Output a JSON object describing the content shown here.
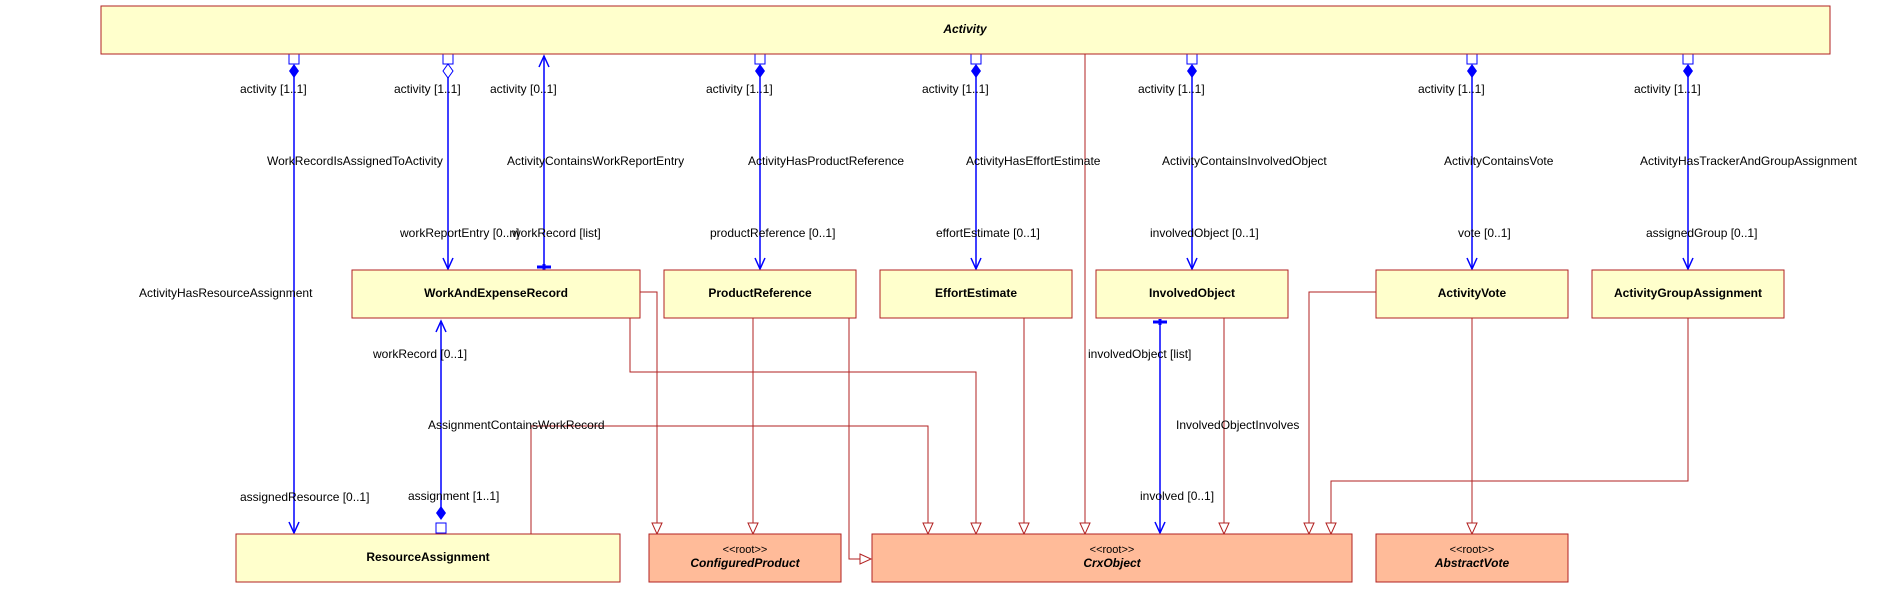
{
  "classes": {
    "activity": "Activity",
    "work_and_expense_record": "WorkAndExpenseRecord",
    "product_reference": "ProductReference",
    "effort_estimate": "EffortEstimate",
    "involved_object": "InvolvedObject",
    "activity_vote": "ActivityVote",
    "activity_group_assignment": "ActivityGroupAssignment",
    "resource_assignment": "ResourceAssignment",
    "configured_product": "ConfiguredProduct",
    "crx_object": "CrxObject",
    "abstract_vote": "AbstractVote"
  },
  "stereotypes": {
    "root": "<<root>>"
  },
  "associations": {
    "resource": {
      "end_top": "activity [1..1]",
      "name": "ActivityHasResourceAssignment",
      "end_bottom": "assignedResource [0..1]"
    },
    "work_record": {
      "end_top": "activity [1..1]",
      "name": "WorkRecordIsAssignedToActivity",
      "end_bottom": "workReportEntry [0..n]"
    },
    "work_report": {
      "end_top": "activity [0..1]",
      "name": "ActivityContainsWorkReportEntry",
      "end_bottom": "workRecord [list]"
    },
    "product": {
      "end_top": "activity [1..1]",
      "name": "ActivityHasProductReference",
      "end_bottom": "productReference [0..1]"
    },
    "effort": {
      "end_top": "activity [1..1]",
      "name": "ActivityHasEffortEstimate",
      "end_bottom": "effortEstimate [0..1]"
    },
    "involved": {
      "end_top": "activity [1..1]",
      "name": "ActivityContainsInvolvedObject",
      "end_bottom": "involvedObject [0..1]"
    },
    "vote": {
      "end_top": "activity [1..1]",
      "name": "ActivityContainsVote",
      "end_bottom": "vote [0..1]"
    },
    "group": {
      "end_top": "activity [1..1]",
      "name": "ActivityHasTrackerAndGroupAssignment",
      "end_bottom": "assignedGroup [0..1]"
    },
    "assignment_work": {
      "name": "AssignmentContainsWorkRecord",
      "end_top": "workRecord [0..1]",
      "end_bottom": "assignment [1..1]"
    },
    "involves": {
      "name": "InvolvedObjectInvolves",
      "end_top": "involvedObject [list]",
      "end_bottom": "involved [0..1]"
    }
  },
  "colors": {
    "class_fill": "#ffffcc",
    "root_fill": "#ffbb99",
    "class_border": "#b22222",
    "association": "#0000ff",
    "generalization": "#b22222"
  }
}
